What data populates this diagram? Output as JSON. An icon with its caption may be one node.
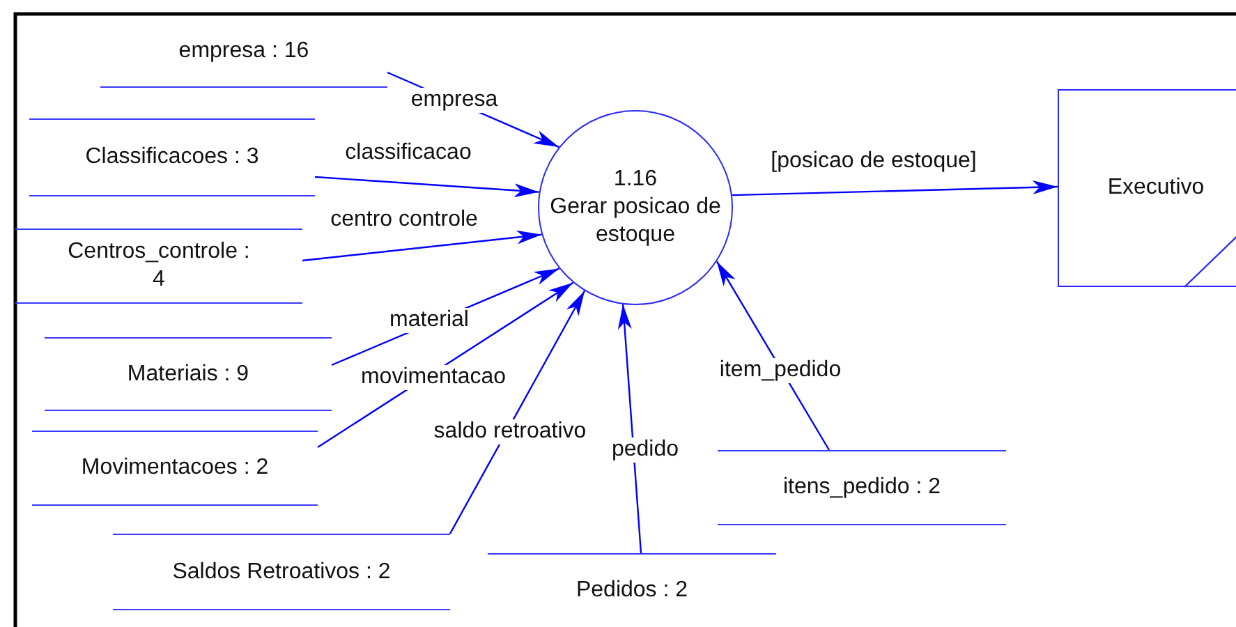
{
  "diagram": {
    "nodes": [
      {
        "text": [
          "empresa : 16"
        ]
      },
      {
        "text": [
          "Classificacoes : 3"
        ]
      },
      {
        "text": [
          "1.16",
          "Gerar posicao de estoque"
        ]
      },
      {
        "text": [
          "Executivo"
        ]
      },
      {
        "text": [
          "Centros_controle : 4"
        ]
      },
      {
        "text": [
          "Materiais : 9"
        ]
      },
      {
        "text": [
          "Movimentacoes : 2"
        ]
      },
      {
        "text": [
          "itens_pedido : 2"
        ]
      },
      {
        "text": [
          "Saldos Retroativos : 2"
        ]
      },
      {
        "text": [
          "Pedidos : 2"
        ]
      }
    ],
    "edges": [
      {
        "from": 0,
        "to": 2,
        "arrow": "to",
        "label": "empresa"
      },
      {
        "from": 1,
        "to": 2,
        "arrow": "to",
        "label": "classificacao"
      },
      {
        "from": 4,
        "to": 2,
        "arrow": "to",
        "label": "centro controle"
      },
      {
        "from": 5,
        "to": 2,
        "arrow": "to",
        "label": "material"
      },
      {
        "from": 6,
        "to": 2,
        "arrow": "to",
        "label": "movimentacao"
      },
      {
        "from": 8,
        "to": 2,
        "arrow": "to",
        "label": "saldo retroativo"
      },
      {
        "from": 9,
        "to": 2,
        "arrow": "to",
        "label": "pedido"
      },
      {
        "from": 7,
        "to": 2,
        "arrow": "to",
        "label": "item_pedido"
      },
      {
        "from": 2,
        "to": 3,
        "arrow": "to",
        "label": "[posicao de estoque]"
      }
    ]
  }
}
